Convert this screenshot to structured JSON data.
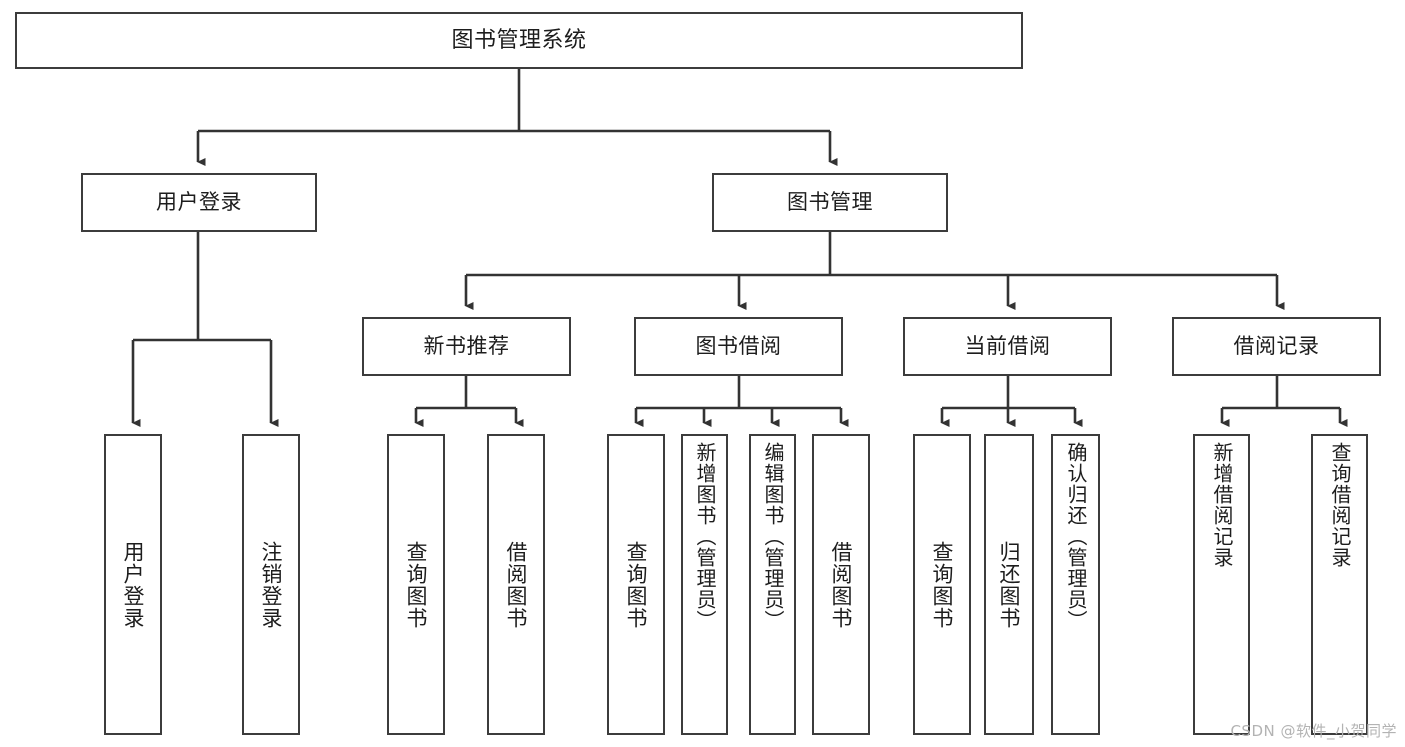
{
  "diagram": {
    "title": "图书管理系统",
    "type": "tree-hierarchy-chart",
    "watermark": "CSDN @软件_小贺同学",
    "colors": {
      "border": "#3c3c3c",
      "background": "#ffffff",
      "text": "#1d1d1d",
      "edge": "#333333",
      "watermark": "#b3b3b3"
    },
    "levels": {
      "root": "图书管理系统",
      "level2": [
        "用户登录",
        "图书管理"
      ],
      "level3": [
        "新书推荐",
        "图书借阅",
        "当前借阅",
        "借阅记录"
      ]
    },
    "nodes": {
      "root": {
        "label": "图书管理系统"
      },
      "user_login": {
        "label": "用户登录"
      },
      "book_manage": {
        "label": "图书管理"
      },
      "new_book_rec": {
        "label": "新书推荐"
      },
      "book_borrow": {
        "label": "图书借阅"
      },
      "current_borrow": {
        "label": "当前借阅"
      },
      "borrow_record": {
        "label": "借阅记录"
      },
      "leaf_user_login": {
        "label": "用户登录"
      },
      "leaf_user_logout": {
        "label": "注销登录"
      },
      "leaf_query_book_1": {
        "label": "查询图书"
      },
      "leaf_borrow_book_1": {
        "label": "借阅图书"
      },
      "leaf_query_book_2": {
        "label": "查询图书"
      },
      "leaf_add_book": {
        "label": "新增图书（管理员）"
      },
      "leaf_edit_book": {
        "label": "编辑图书（管理员）"
      },
      "leaf_borrow_book_2": {
        "label": "借阅图书"
      },
      "leaf_query_book_3": {
        "label": "查询图书"
      },
      "leaf_return_book": {
        "label": "归还图书"
      },
      "leaf_confirm_return": {
        "label": "确认归还（管理员）"
      },
      "leaf_add_record": {
        "label": "新增借阅记录"
      },
      "leaf_query_record": {
        "label": "查询借阅记录"
      }
    }
  }
}
